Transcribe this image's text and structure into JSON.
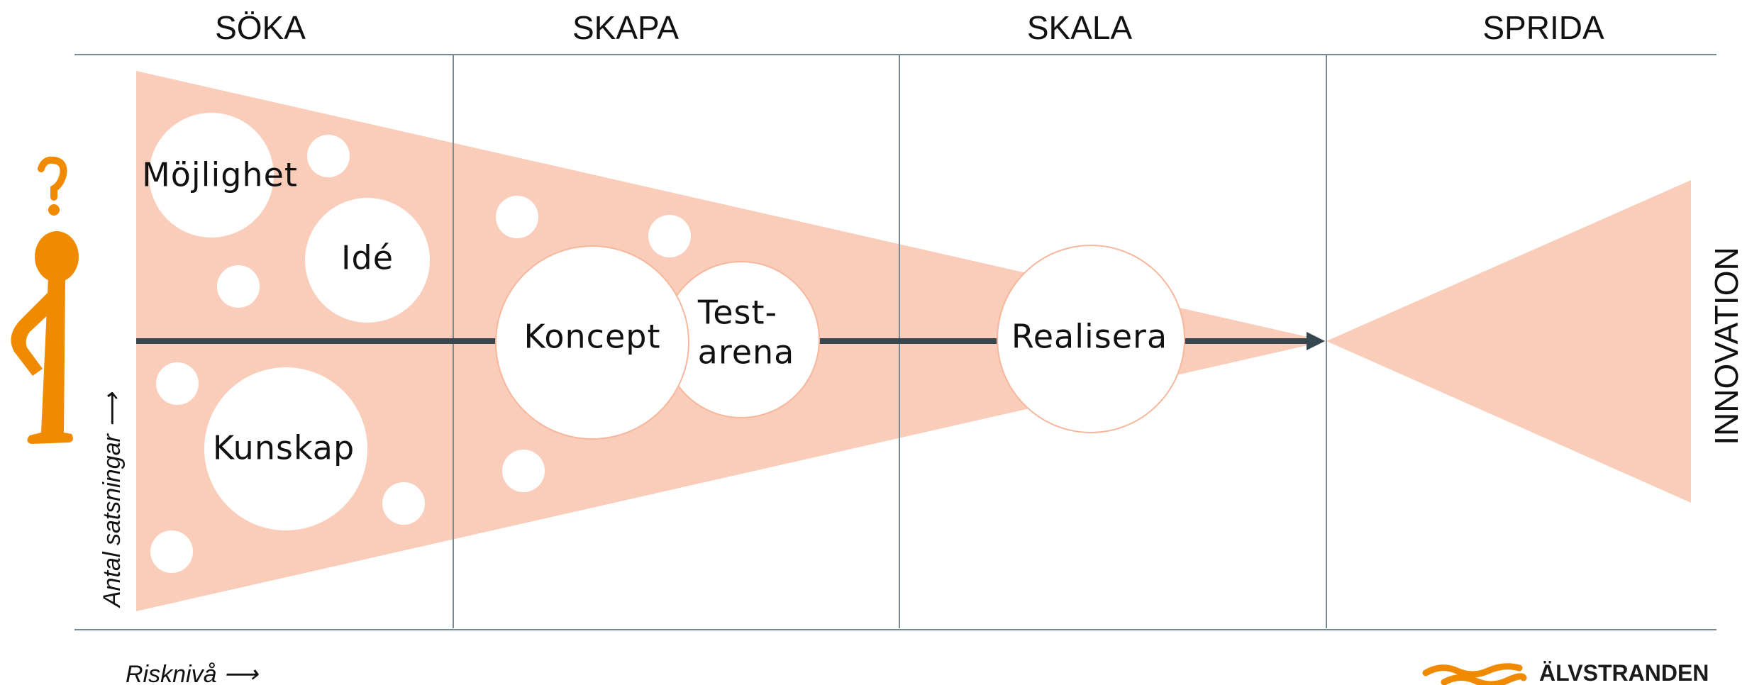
{
  "colors": {
    "funnel": "#f9cdb9",
    "bubble": "#ffffff",
    "bubble_outline": "#f6b79c",
    "line": "#37474f",
    "divider": "#7a8a95",
    "figure": "#f08a00",
    "logo": "#f08a00"
  },
  "phases": [
    "SÖKA",
    "SKAPA",
    "SKALA",
    "SPRIDA"
  ],
  "bubbles": {
    "mojlighet": "Möjlighet",
    "ide": "Idé",
    "kunskap": "Kunskap",
    "koncept": "Koncept",
    "test_line1": "Test-",
    "test_line2": "arena",
    "realisera": "Realisera"
  },
  "axis": {
    "y_label": "Antal satsningar ⟶",
    "x_label": "Risknivå ⟶"
  },
  "innovation_label": "INNOVATION",
  "figure": {
    "question_mark": "?",
    "icon": "person-thinking-icon"
  },
  "logo": {
    "text": "ÄLVSTRANDEN",
    "icon": "wave-logo-icon"
  }
}
